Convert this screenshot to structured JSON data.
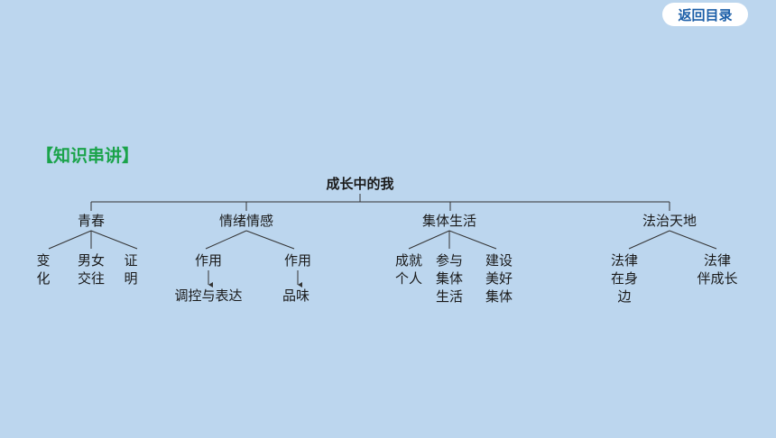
{
  "back_button": {
    "label": "返回目录"
  },
  "section_title": "【知识串讲】",
  "tree": {
    "root": "成长中的我",
    "branch1": {
      "label": "青春",
      "child1": [
        "变",
        "化"
      ],
      "child2": [
        "男女",
        "交往"
      ],
      "child3": [
        "证",
        "明"
      ]
    },
    "branch2": {
      "label": "情绪情感",
      "child1": {
        "label": "作用",
        "result": "调控与表达"
      },
      "child2": {
        "label": "作用",
        "result": "品味"
      }
    },
    "branch3": {
      "label": "集体生活",
      "child1": [
        "成就",
        "个人"
      ],
      "child2": [
        "参与",
        "集体",
        "生活"
      ],
      "child3": [
        "建设",
        "美好",
        "集体"
      ]
    },
    "branch4": {
      "label": "法治天地",
      "child1": [
        "法律",
        "在身",
        "边"
      ],
      "child2": [
        "法律",
        "伴成长"
      ]
    }
  }
}
